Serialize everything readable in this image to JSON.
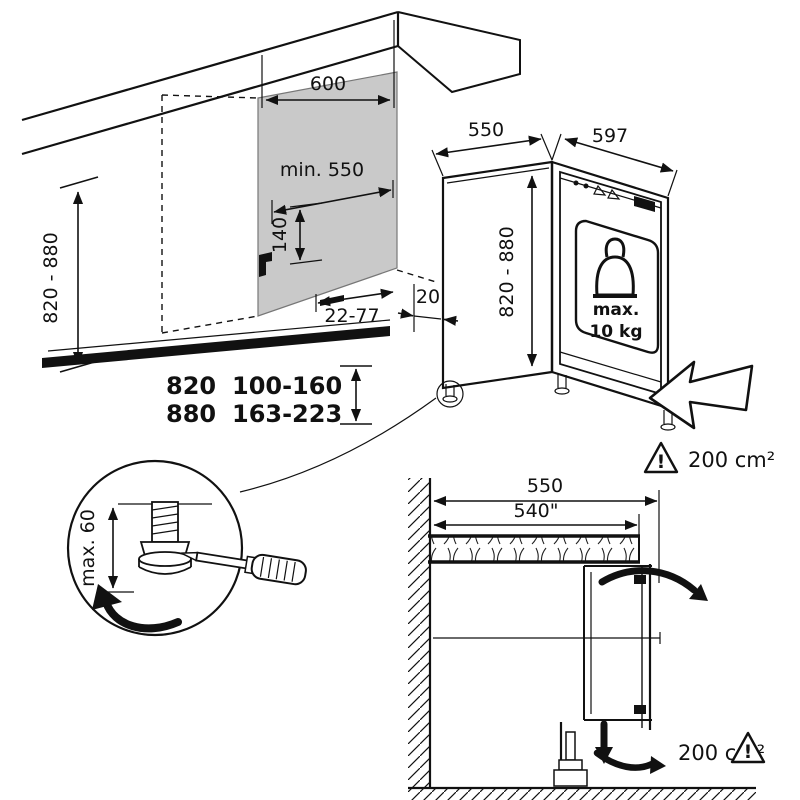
{
  "diagram": {
    "niche": {
      "width": "600",
      "depth_min": "min. 550",
      "cutout_height": "140",
      "install_height": "820 - 880",
      "rear_gap": "22-77",
      "wall_clearance": "20"
    },
    "appliance": {
      "depth": "550",
      "width": "597",
      "height": "820 - 880",
      "door_load": {
        "line1": "max.",
        "line2": "10 kg"
      }
    },
    "plinth_table": {
      "rows": [
        {
          "niche_height": "820",
          "plinth_range": "100-160"
        },
        {
          "niche_height": "880",
          "plinth_range": "163-223"
        }
      ]
    },
    "foot_detail": {
      "adjustment": "max. 60"
    },
    "ventilation": {
      "top_area": "200 cm²",
      "bottom_area": "200 cm²",
      "warning_mark": "!"
    },
    "section": {
      "niche_depth": "550",
      "worktop_depth": "540\""
    },
    "colors": {
      "ink": "#111111",
      "panel_gray": "#c9c9c9"
    }
  }
}
